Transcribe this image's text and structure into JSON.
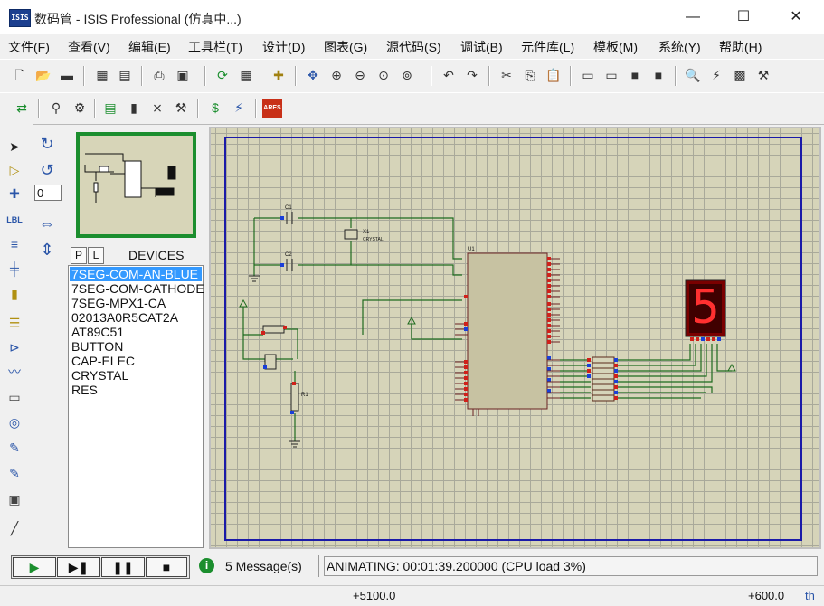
{
  "window": {
    "title": "数码管 - ISIS Professional (仿真中...)",
    "app_icon_text": "ISIS",
    "minimize": "—",
    "maximize": "☐",
    "close": "✕"
  },
  "menu": [
    "文件(F)",
    "查看(V)",
    "编辑(E)",
    "工具栏(T)",
    "设计(D)",
    "图表(G)",
    "源代码(S)",
    "调试(B)",
    "元件库(L)",
    "模板(M)",
    "系统(Y)",
    "帮助(H)"
  ],
  "rotation": {
    "angle": "0"
  },
  "devices": {
    "tab_p": "P",
    "tab_l": "L",
    "header": "DEVICES",
    "items": [
      "7SEG-COM-AN-BLUE",
      "7SEG-COM-CATHODE",
      "7SEG-MPX1-CA",
      "02013A0R5CAT2A",
      "AT89C51",
      "BUTTON",
      "CAP-ELEC",
      "CRYSTAL",
      "RES"
    ],
    "selected_index": 0
  },
  "schematic": {
    "c1": "C1",
    "c2": "C2",
    "x1": "X1",
    "crystal": "CRYSTAL",
    "u1": "U1",
    "r1": "R1",
    "seg_digit": "5"
  },
  "simulation": {
    "play": "▶",
    "step": "▶❚",
    "pause": "❚❚",
    "stop": "■",
    "messages": "5 Message(s)",
    "status": "ANIMATING: 00:01:39.200000 (CPU load 3%)"
  },
  "statusbar": {
    "x_coord": "+5100.0",
    "y_coord": "+600.0",
    "unit": "th"
  },
  "colors": {
    "sheet": "#d6d4b9",
    "wire": "#1e6b1e",
    "border": "#1a1aa8",
    "segment_on": "#ff3030",
    "selection": "#3399ff"
  }
}
